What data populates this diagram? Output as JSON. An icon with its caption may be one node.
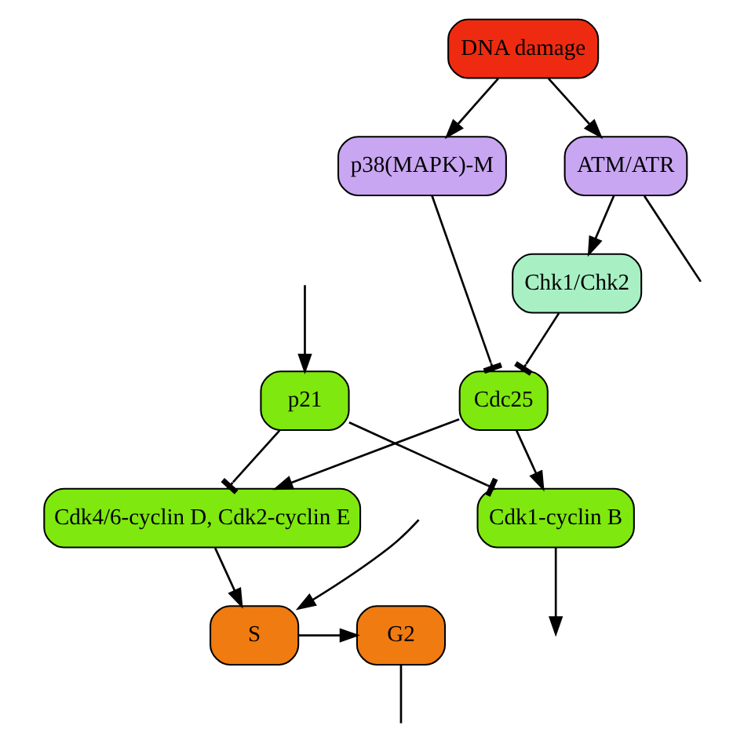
{
  "diagram": {
    "nodes": [
      {
        "text": [
          "DNA damage"
        ]
      },
      {
        "text": [
          "ATM/ATR"
        ]
      },
      {
        "text": [
          "p38(MAPK)-M"
        ]
      },
      {
        "text": [
          "Chk1/Chk2"
        ]
      },
      {
        "text": [
          "p21"
        ]
      },
      {
        "text": [
          "Cdc25"
        ]
      },
      {
        "text": [
          "Cdk4/6-cyclin D, Cdk2-cyclin E"
        ]
      },
      {
        "text": [
          "Cdk1-cyclin B"
        ]
      },
      {
        "text": [
          "S"
        ]
      },
      {
        "text": [
          "G2"
        ]
      }
    ],
    "edges": [
      {
        "from": 0,
        "to": 1,
        "arrow": "to"
      },
      {
        "from": 0,
        "to": 2,
        "arrow": "to"
      },
      {
        "from": 1,
        "to": null,
        "arrow": "none"
      },
      {
        "from": 1,
        "to": 3,
        "arrow": "to"
      },
      {
        "from": null,
        "to": 4,
        "arrow": "to"
      },
      {
        "from": 3,
        "to": 5,
        "arrow": "other"
      },
      {
        "from": 2,
        "to": 5,
        "arrow": "other"
      },
      {
        "from": 4,
        "to": 6,
        "arrow": "other"
      },
      {
        "from": 4,
        "to": 7,
        "arrow": "other"
      },
      {
        "from": 5,
        "to": 6,
        "arrow": "to"
      },
      {
        "from": 5,
        "to": 7,
        "arrow": "to"
      },
      {
        "from": null,
        "to": 8,
        "arrow": "to"
      },
      {
        "from": 6,
        "to": 8,
        "arrow": "to"
      },
      {
        "from": 8,
        "to": 9,
        "arrow": "to"
      },
      {
        "from": 9,
        "to": null,
        "arrow": "none"
      },
      {
        "from": 7,
        "to": null,
        "arrow": "to"
      }
    ]
  }
}
